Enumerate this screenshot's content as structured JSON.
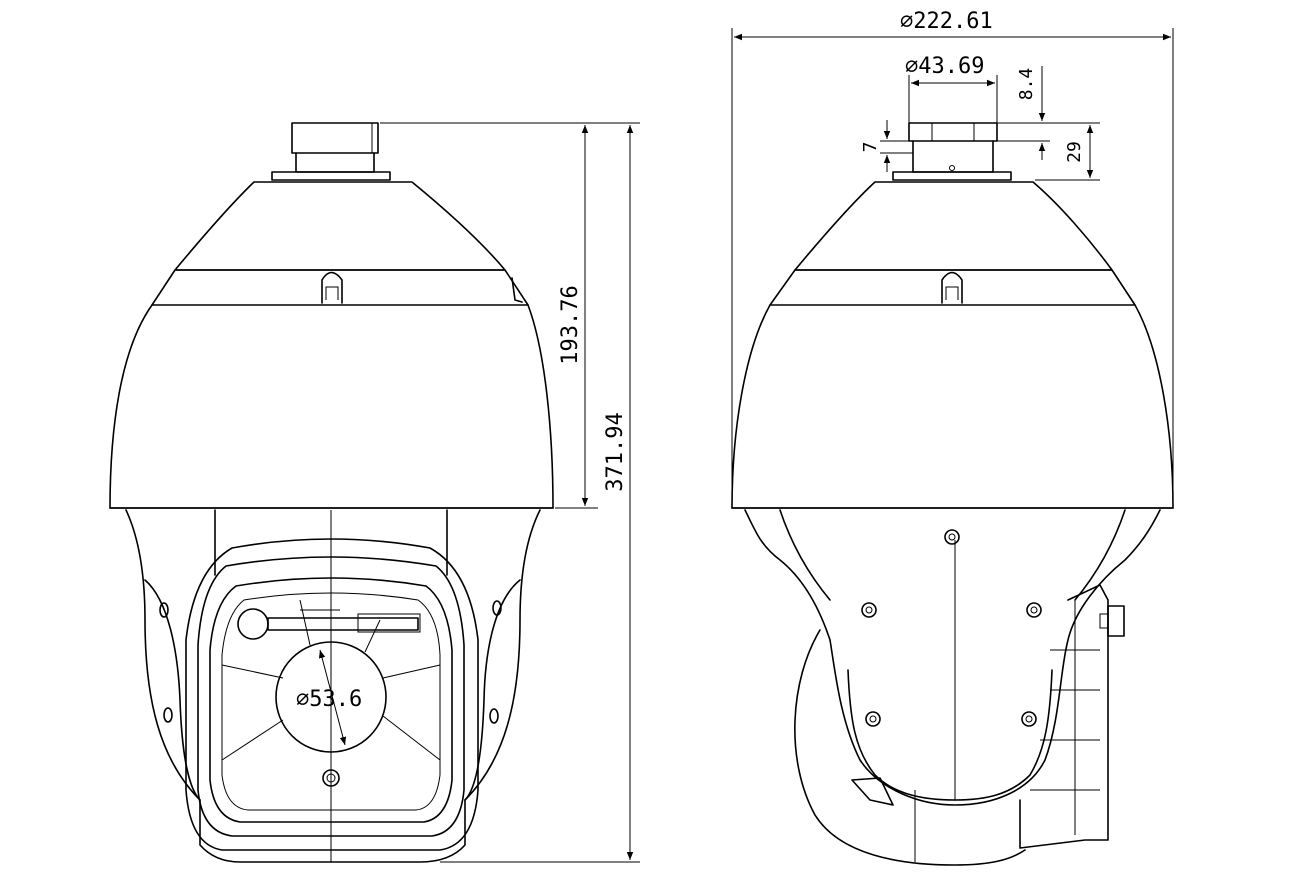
{
  "front_view": {
    "dim_top_height": "193.76",
    "dim_total_height": "371.94",
    "dim_window_diameter": "53.6"
  },
  "side_view": {
    "dim_overall_diameter": "222.61",
    "dim_mount_diameter": "43.69",
    "dim_mount_offset": "8.4",
    "dim_mount_height": "29",
    "dim_flange": "7"
  },
  "diameter_symbol": "∅",
  "colors": {
    "line": "#000000",
    "background": "#ffffff"
  }
}
